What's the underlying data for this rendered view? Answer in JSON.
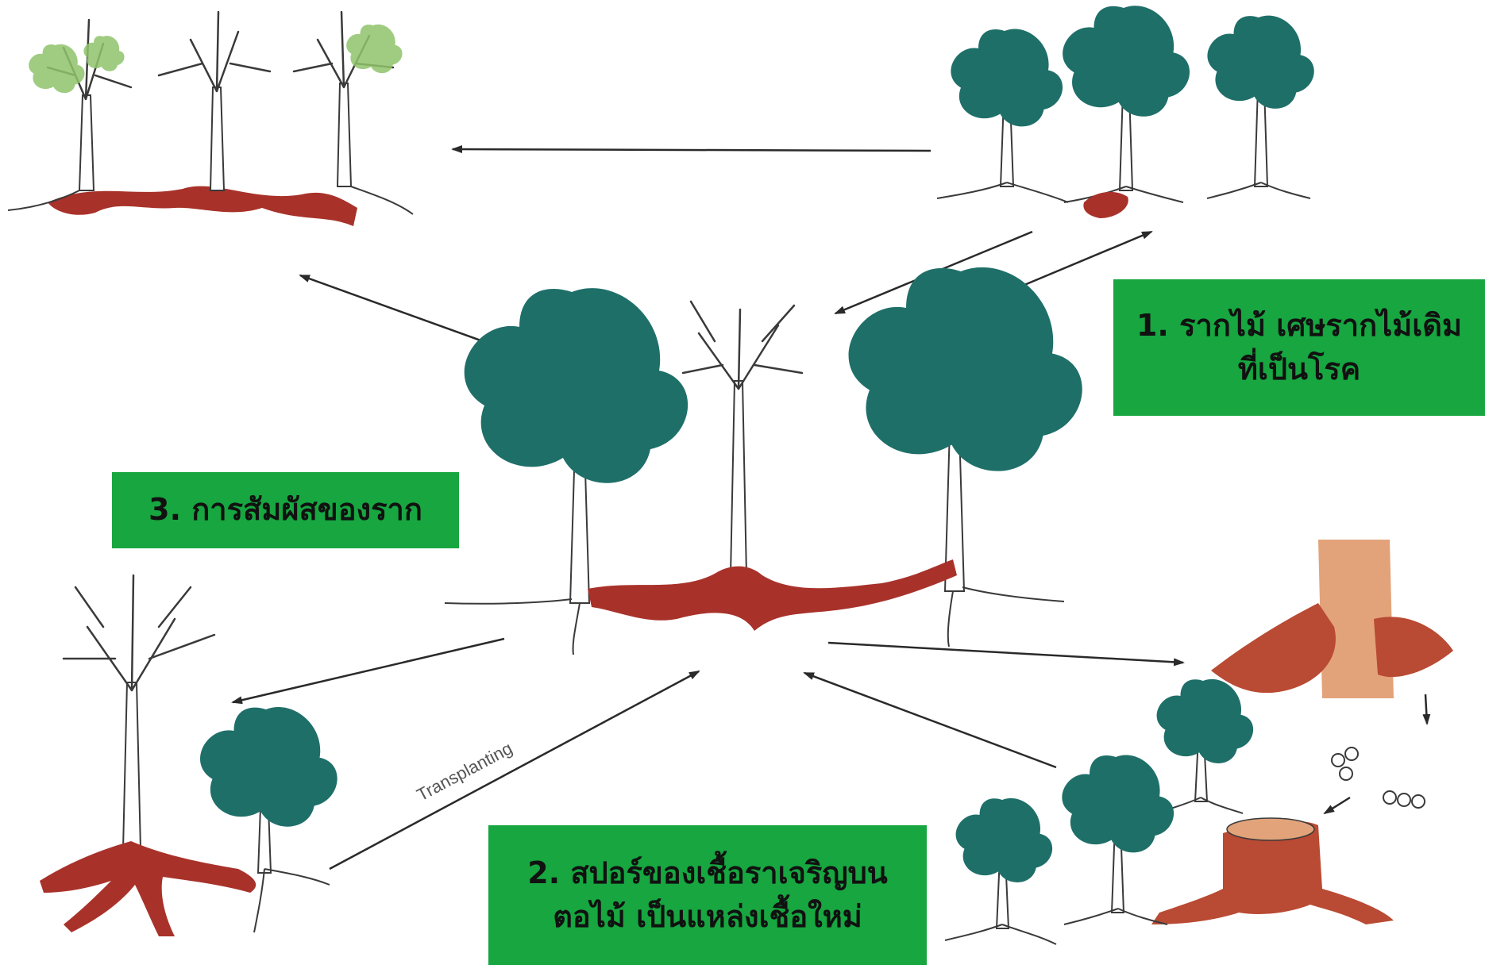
{
  "colors": {
    "box_green": "#17a640",
    "foliage": "#1f6f69",
    "foliage_light": "#8fc46a",
    "root_red": "#a8322a",
    "stump": "#b94a33",
    "arrow": "#2a2a2a",
    "trunk_outline": "#3a3a3a"
  },
  "labels": {
    "root_contact": {
      "number": "1.",
      "line1": "1. รากไม้ เศษรากไม้เดิม",
      "line2": "ที่เป็นโรค"
    },
    "spores": {
      "line1": "2. สปอร์ของเชื้อราเจริญบน",
      "line2": "ตอไม้ เป็นแหล่งเชื้อใหม่"
    },
    "contact": {
      "line1": "3. การสัมผัสของราก"
    },
    "transplanting": "Transplanting"
  },
  "illustration_groups": [
    {
      "name": "dying-trees-top-left",
      "count": 3,
      "state": "dying"
    },
    {
      "name": "healthy-trees-top-right",
      "count": 3,
      "state": "healthy"
    },
    {
      "name": "center-trees",
      "count": 3,
      "state": "mixed"
    },
    {
      "name": "bottom-left-trees",
      "count": 2,
      "state": "transplant"
    },
    {
      "name": "infected-stump-bottom-right",
      "count": 1,
      "state": "spore-source"
    }
  ]
}
